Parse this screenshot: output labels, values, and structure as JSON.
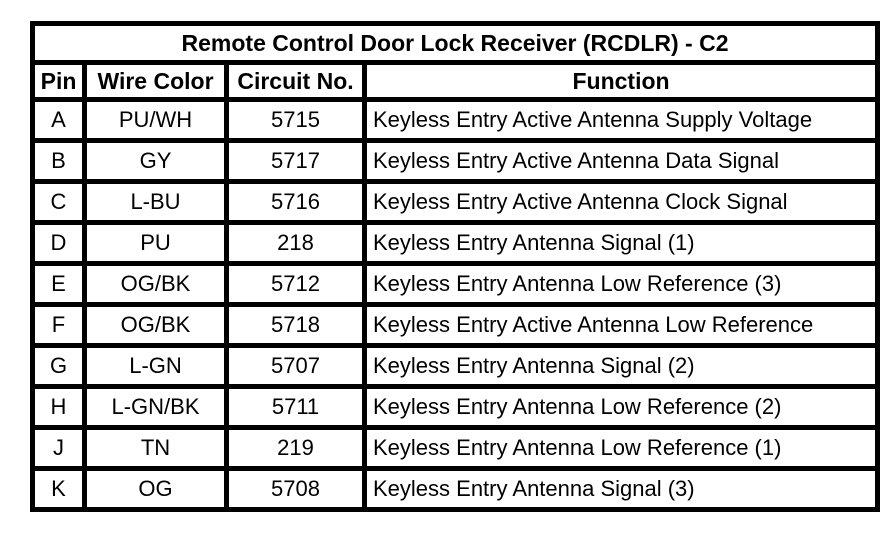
{
  "table": {
    "title": "Remote Control Door Lock Receiver (RCDLR) - C2",
    "columns": [
      "Pin",
      "Wire Color",
      "Circuit No.",
      "Function"
    ],
    "rows": [
      [
        "A",
        "PU/WH",
        "5715",
        "Keyless Entry Active Antenna Supply Voltage"
      ],
      [
        "B",
        "GY",
        "5717",
        "Keyless Entry Active Antenna Data Signal"
      ],
      [
        "C",
        "L-BU",
        "5716",
        "Keyless Entry Active Antenna Clock Signal"
      ],
      [
        "D",
        "PU",
        "218",
        "Keyless Entry Antenna Signal (1)"
      ],
      [
        "E",
        "OG/BK",
        "5712",
        "Keyless Entry Antenna Low Reference (3)"
      ],
      [
        "F",
        "OG/BK",
        "5718",
        "Keyless Entry Active Antenna Low Reference"
      ],
      [
        "G",
        "L-GN",
        "5707",
        "Keyless Entry Antenna Signal (2)"
      ],
      [
        "H",
        "L-GN/BK",
        "5711",
        "Keyless Entry Antenna Low Reference (2)"
      ],
      [
        "J",
        "TN",
        "219",
        "Keyless Entry Antenna Low Reference (1)"
      ],
      [
        "K",
        "OG",
        "5708",
        "Keyless Entry Antenna Signal (3)"
      ]
    ]
  },
  "colors": {
    "border": "#000000",
    "background": "#ffffff",
    "text": "#000000"
  }
}
